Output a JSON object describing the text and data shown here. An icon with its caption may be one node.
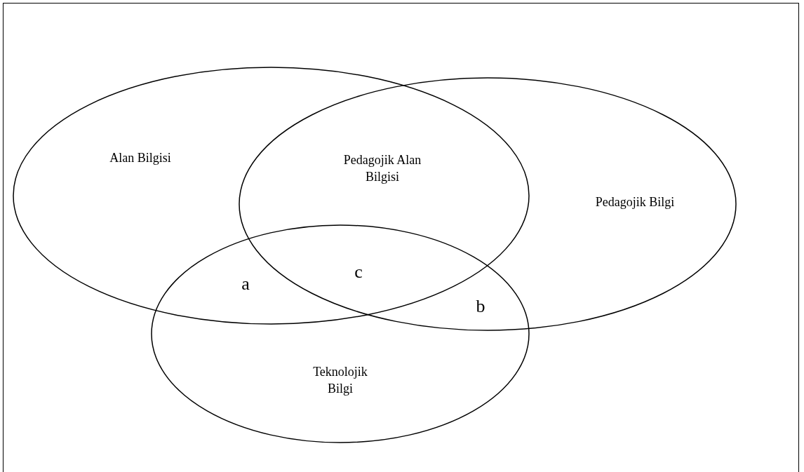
{
  "diagram": {
    "nodes": [
      {
        "text": [
          "Alan Bilgisi"
        ]
      },
      {
        "text": [
          "Pedagojik Bilgi"
        ]
      },
      {
        "text": [
          "Teknolojik Bilgi"
        ]
      }
    ],
    "labels": [
      "Pedagojik Alan Bilgisi",
      "c",
      "a",
      "b"
    ]
  }
}
